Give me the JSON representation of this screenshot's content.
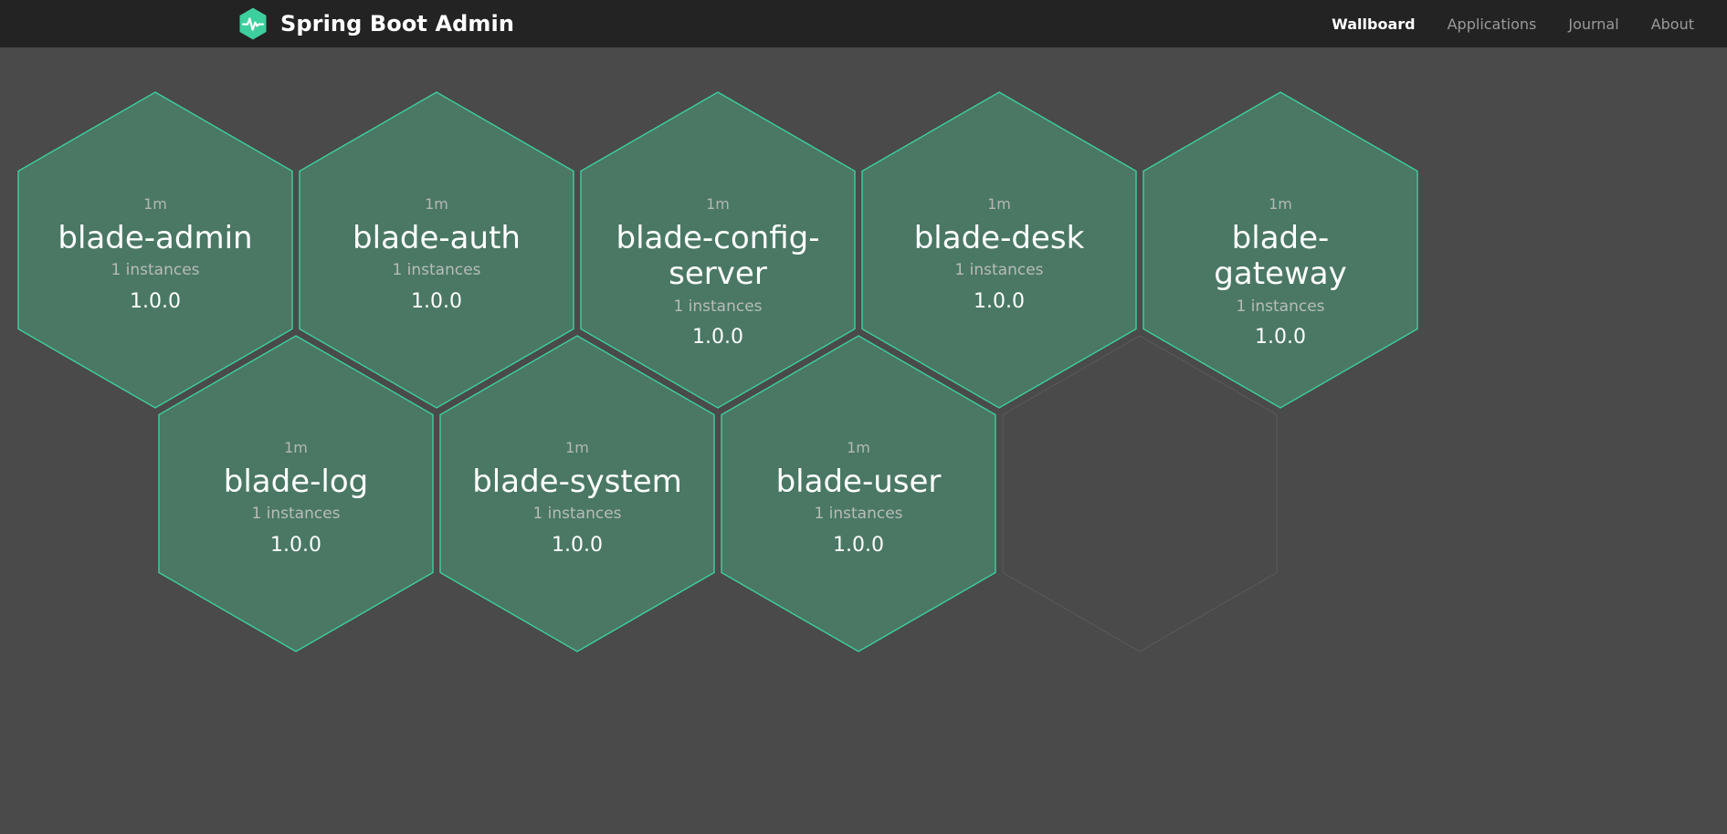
{
  "header": {
    "logo_icon": "heartbeat-hexagon-logo",
    "title": "Spring Boot Admin",
    "nav": [
      {
        "label": "Wallboard",
        "active": true
      },
      {
        "label": "Applications",
        "active": false
      },
      {
        "label": "Journal",
        "active": false
      },
      {
        "label": "About",
        "active": false
      }
    ]
  },
  "colors": {
    "page_background": "#4a4a4a",
    "header_background": "#232323",
    "hex_fill": "#4a7865",
    "hex_border": "#3ecf9e",
    "empty_hex_border": "#5a5a5a",
    "accent_green": "#3ecf9e",
    "text_primary": "#ffffff",
    "text_muted": "#b3b8b5",
    "nav_inactive": "#9a9a9a"
  },
  "wallboard": {
    "applications": [
      {
        "uptime": "1m",
        "name": "blade-admin",
        "instances": "1 instances",
        "version": "1.0.0",
        "status": "UP",
        "row": 0,
        "col": 0
      },
      {
        "uptime": "1m",
        "name": "blade-auth",
        "instances": "1 instances",
        "version": "1.0.0",
        "status": "UP",
        "row": 0,
        "col": 1
      },
      {
        "uptime": "1m",
        "name": "blade-config-server",
        "instances": "1 instances",
        "version": "1.0.0",
        "status": "UP",
        "row": 0,
        "col": 2
      },
      {
        "uptime": "1m",
        "name": "blade-desk",
        "instances": "1 instances",
        "version": "1.0.0",
        "status": "UP",
        "row": 0,
        "col": 3
      },
      {
        "uptime": "1m",
        "name": "blade-gateway",
        "instances": "1 instances",
        "version": "1.0.0",
        "status": "UP",
        "row": 0,
        "col": 4
      },
      {
        "uptime": "1m",
        "name": "blade-log",
        "instances": "1 instances",
        "version": "1.0.0",
        "status": "UP",
        "row": 1,
        "col": 0
      },
      {
        "uptime": "1m",
        "name": "blade-system",
        "instances": "1 instances",
        "version": "1.0.0",
        "status": "UP",
        "row": 1,
        "col": 1
      },
      {
        "uptime": "1m",
        "name": "blade-user",
        "instances": "1 instances",
        "version": "1.0.0",
        "status": "UP",
        "row": 1,
        "col": 2
      }
    ],
    "empty_slots": [
      {
        "row": 1,
        "col": 3
      }
    ]
  }
}
